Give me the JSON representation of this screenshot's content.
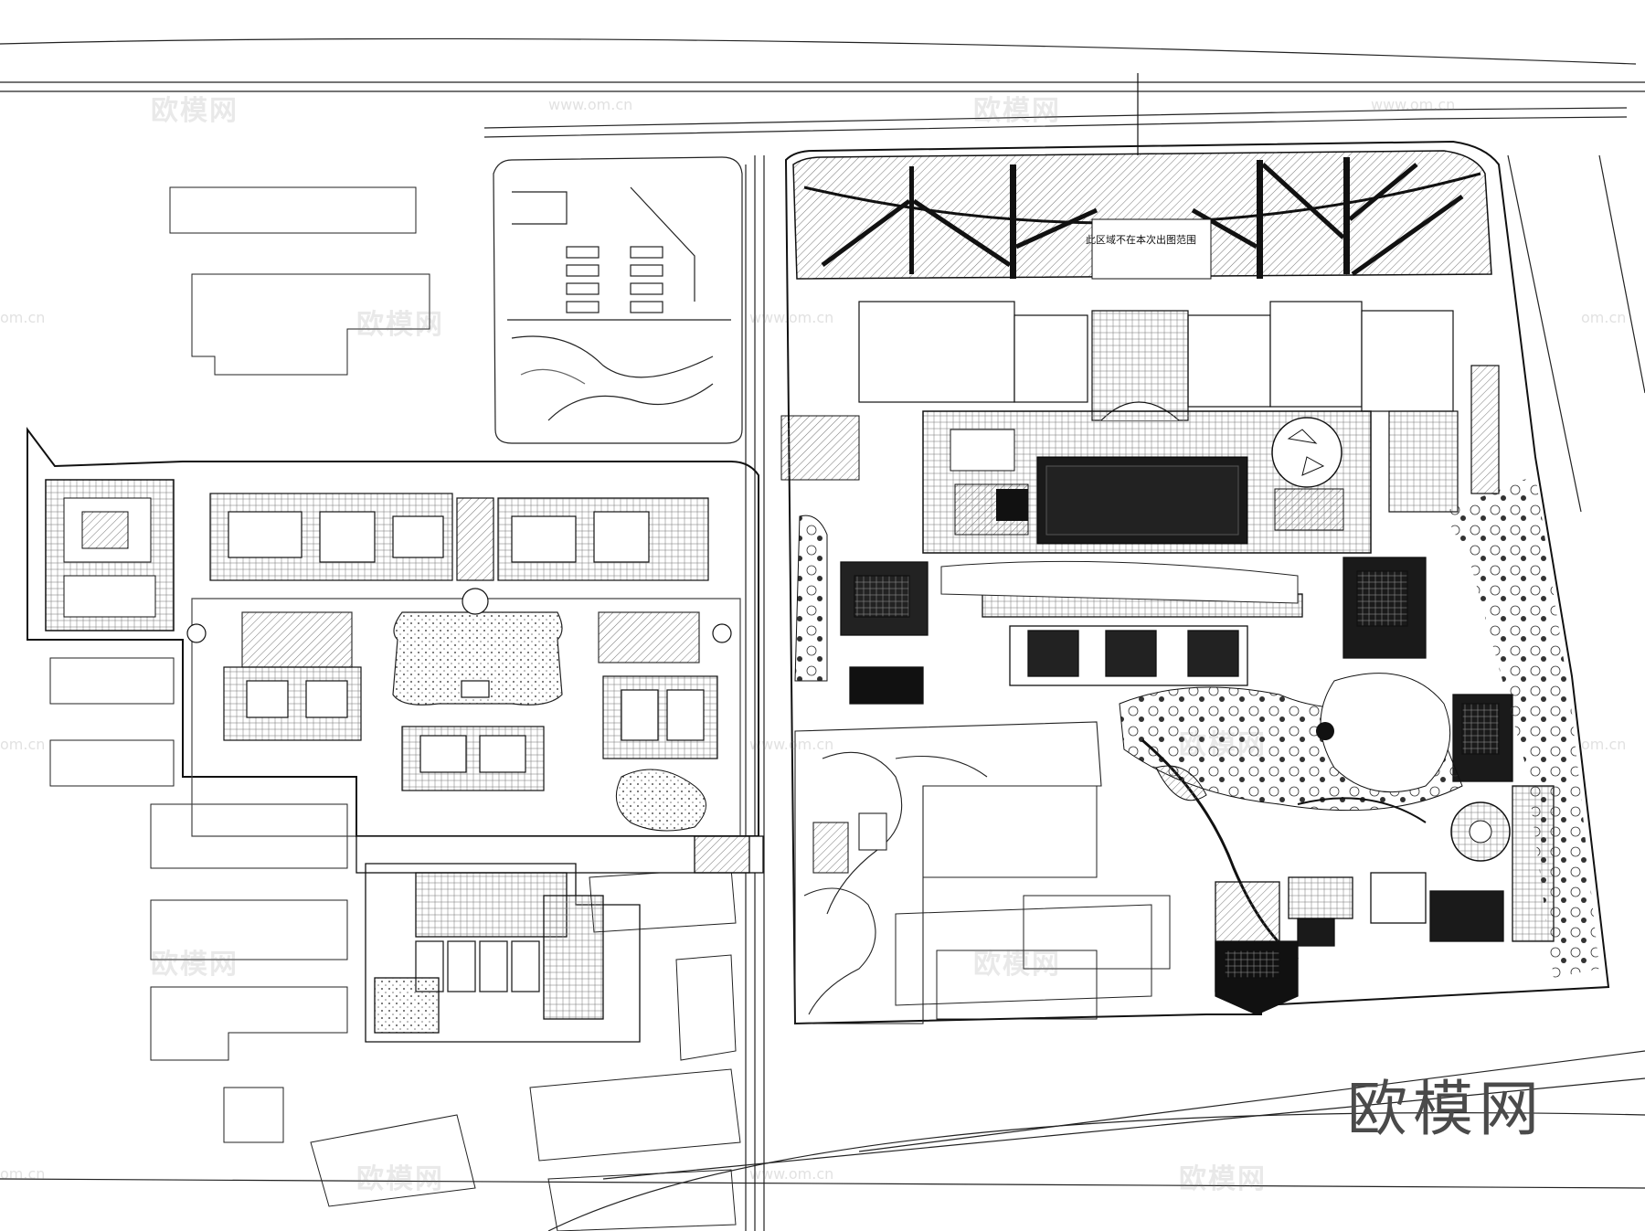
{
  "watermark": {
    "text": "欧模网",
    "url": "www.om.cn",
    "url_short": "om.cn"
  },
  "brand_mark": "欧模网",
  "plan_note": "此区域不在本次出图范围",
  "colors": {
    "line": "#1a1a1a",
    "hatch": "#666666",
    "fill_dark": "#111111",
    "bg": "#ffffff"
  }
}
